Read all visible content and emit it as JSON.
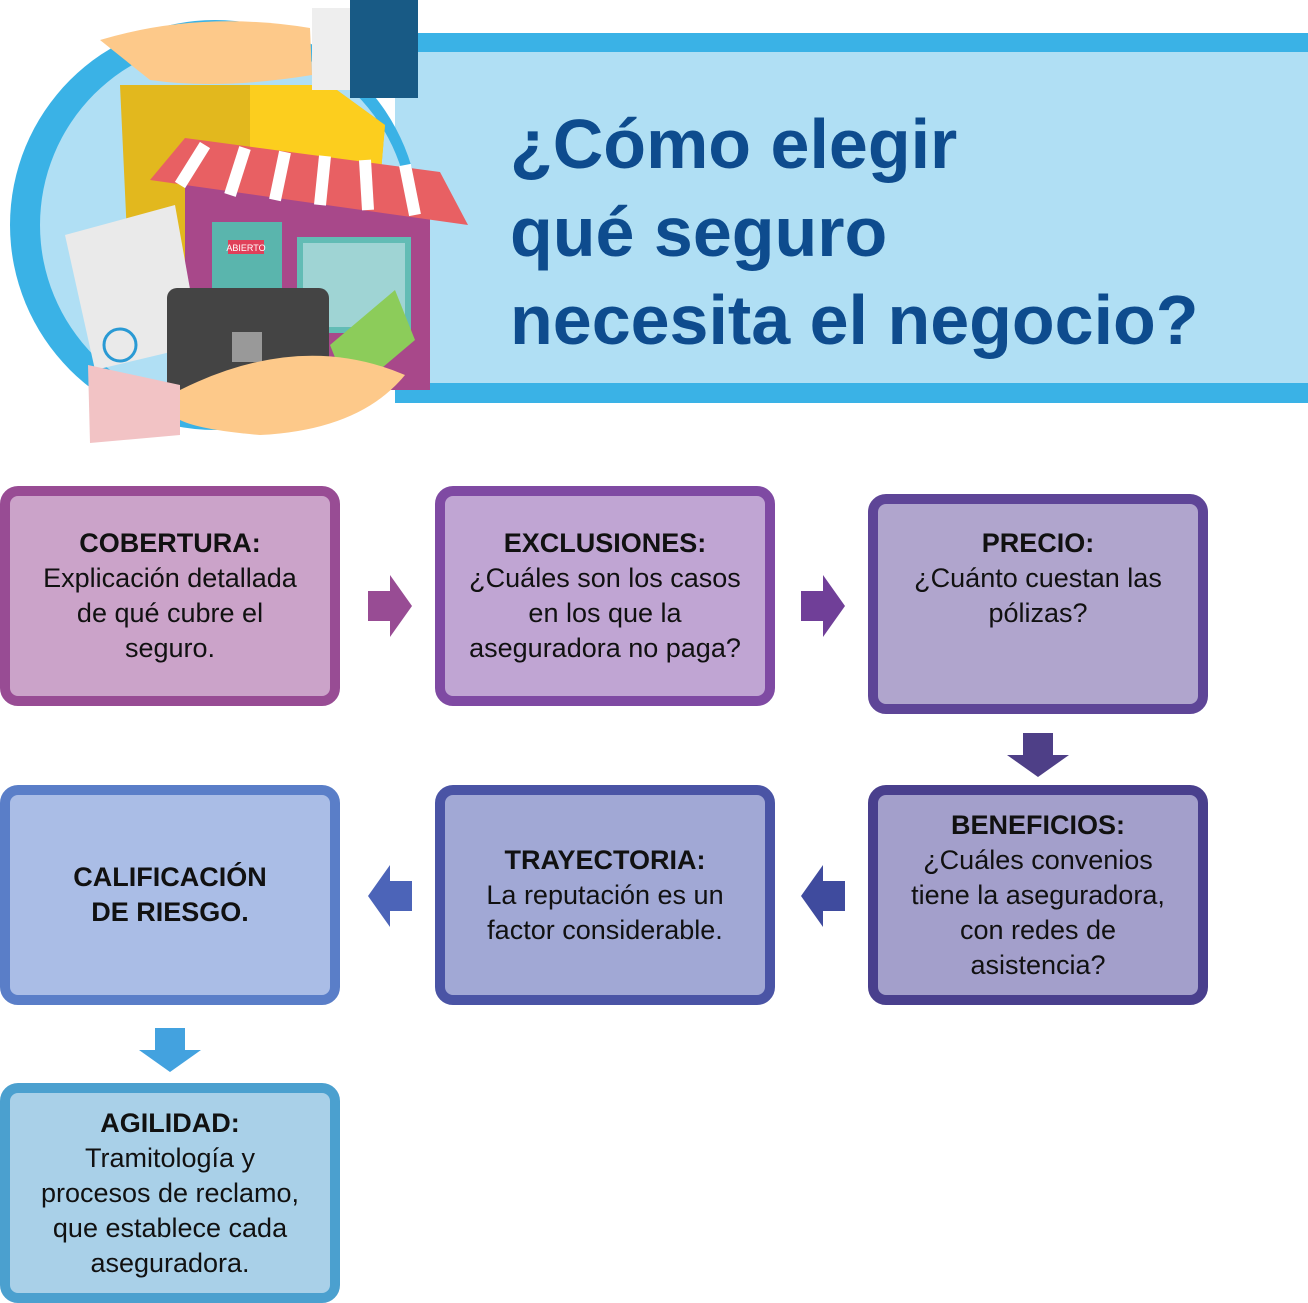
{
  "header": {
    "title_lines": [
      "¿Cómo elegir",
      "qué seguro",
      "necesita el negocio?"
    ],
    "illustration_sign": "ABIERTO"
  },
  "colors": {
    "title": "#0e4c8e",
    "banner": "#b0dff4",
    "banner_border": "#3ab2e6"
  },
  "steps": [
    {
      "title": "COBERTURA:",
      "text": "Explicación detallada\nde qué cubre el\nseguro."
    },
    {
      "title": "EXCLUSIONES:",
      "text": "¿Cuáles son los casos\nen los que la\naseguradora no paga?"
    },
    {
      "title": "PRECIO:",
      "text": "¿Cuánto cuestan las\npólizas?"
    },
    {
      "title": "BENEFICIOS:",
      "text": "¿Cuáles convenios\ntiene la aseguradora,\ncon redes de\nasistencia?"
    },
    {
      "title": "TRAYECTORIA:",
      "text": "La reputación es un\nfactor considerable."
    },
    {
      "title": "CALIFICACIÓN\nDE RIESGO.",
      "text": ""
    },
    {
      "title": "AGILIDAD:",
      "text": "Tramitología y\nprocesos de reclamo,\nque establece cada\naseguradora."
    }
  ]
}
